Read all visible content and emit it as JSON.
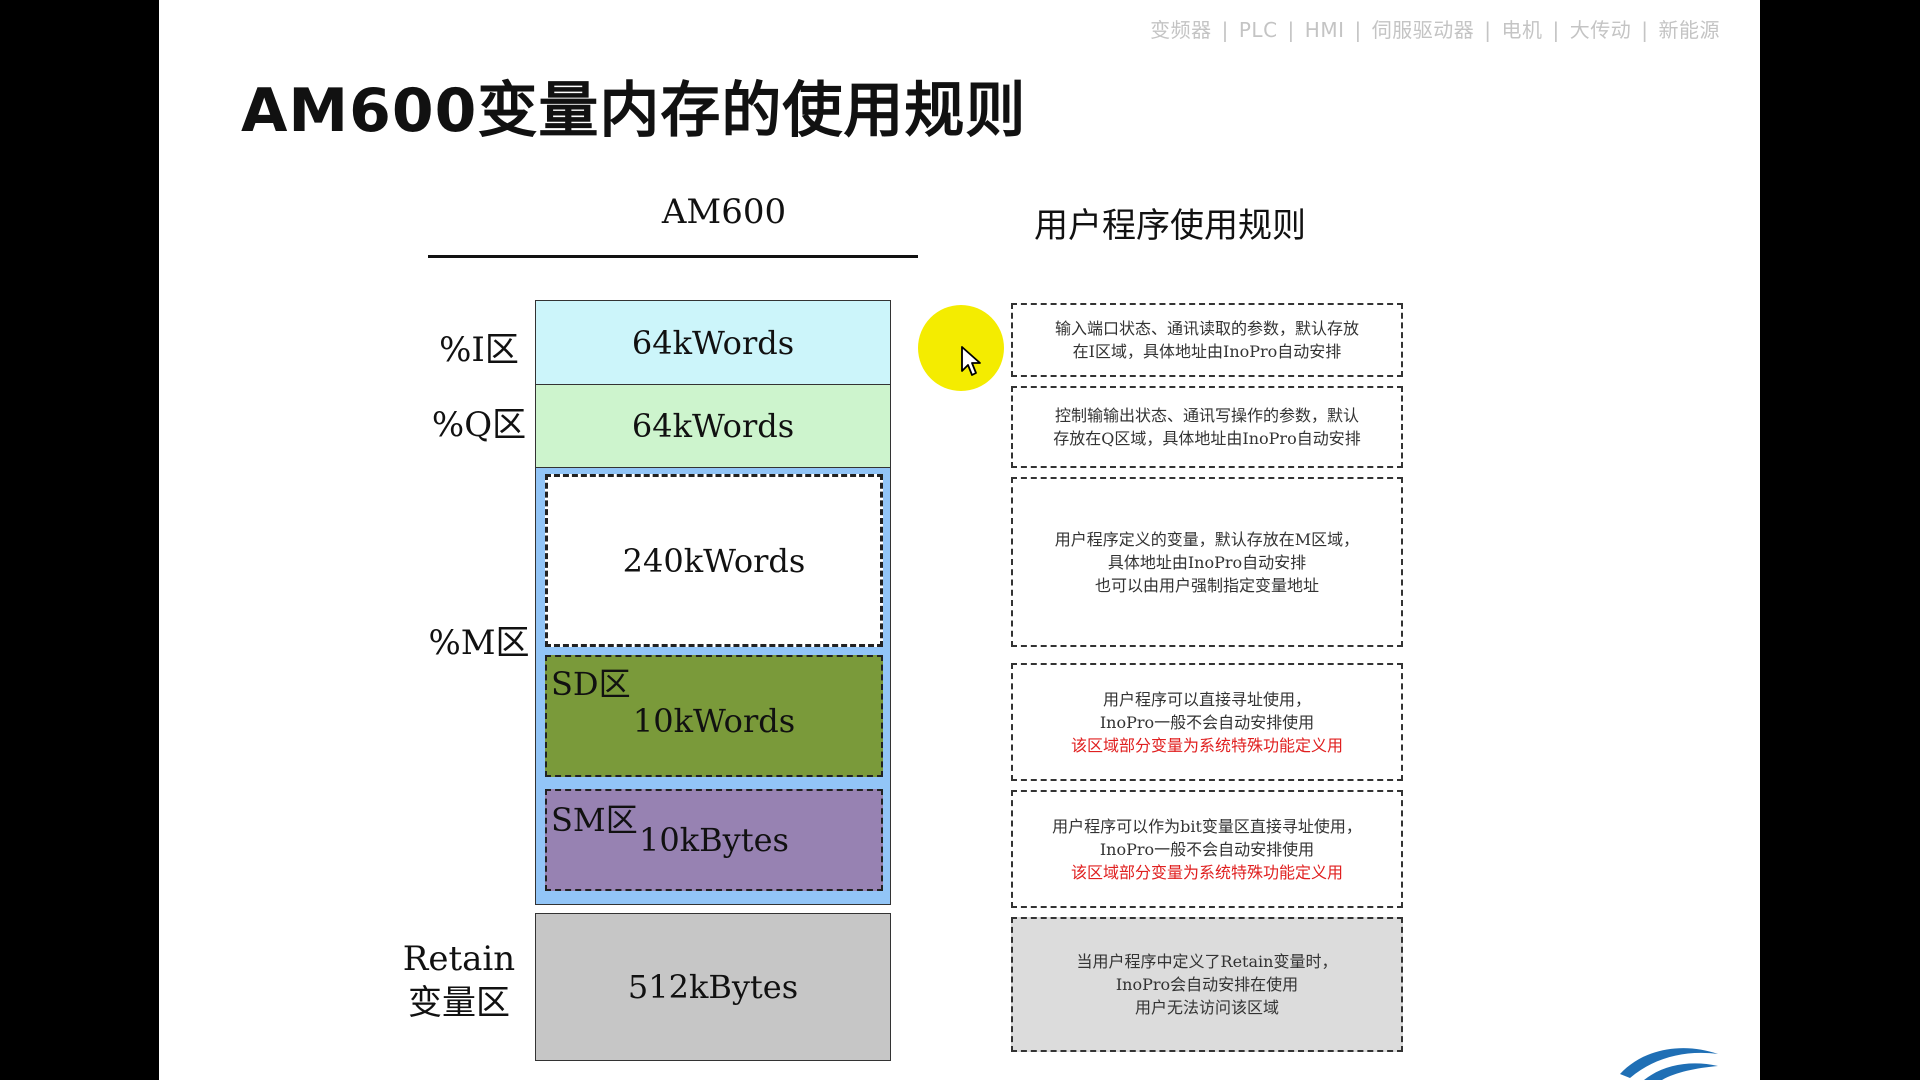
{
  "nav": {
    "items": [
      "变频器",
      "PLC",
      "HMI",
      "伺服驱动器",
      "电机",
      "大传动",
      "新能源"
    ],
    "separator": "|"
  },
  "slide_title": "AM600变量内存的使用规则",
  "headers": {
    "left": "AM600",
    "right": "用户程序使用规则"
  },
  "zones": {
    "i": {
      "label": "%I区",
      "size": "64kWords"
    },
    "q": {
      "label": "%Q区",
      "size": "64kWords"
    },
    "m": {
      "label": "%M区",
      "size": "240kWords"
    },
    "sd": {
      "label": "SD区",
      "size": "10kWords"
    },
    "sm": {
      "label": "SM区",
      "size": "10kBytes"
    },
    "retain": {
      "label_line1": "Retain",
      "label_line2": "变量区",
      "size": "512kBytes"
    }
  },
  "notes": {
    "i": [
      "输入端口状态、通讯读取的参数，默认存放",
      "在I区域，具体地址由InoPro自动安排"
    ],
    "q": [
      "控制输输出状态、通讯写操作的参数，默认",
      "存放在Q区域，具体地址由InoPro自动安排"
    ],
    "m": [
      "用户程序定义的变量，默认存放在M区域，",
      "具体地址由InoPro自动安排",
      "也可以由用户强制指定变量地址"
    ],
    "sd": [
      "用户程序可以直接寻址使用，",
      "InoPro一般不会自动安排使用",
      "该区域部分变量为系统特殊功能定义用"
    ],
    "sm": [
      "用户程序可以作为bit变量区直接寻址使用，",
      "InoPro一般不会自动安排使用",
      "该区域部分变量为系统特殊功能定义用"
    ],
    "retain": [
      "当用户程序中定义了Retain变量时，",
      "InoPro会自动安排在使用",
      "用户无法访问该区域"
    ]
  },
  "colors": {
    "i_fill": "#ccf5fa",
    "q_fill": "#cdf4cd",
    "m_container": "#92c5f7",
    "sd_fill": "#7a9a3a",
    "sm_fill": "#9782b2",
    "retain_fill": "#c6c6c6",
    "note_red": "#e02020",
    "cursor_highlight": "#f4ec00",
    "logo": "#1f6fb5"
  }
}
